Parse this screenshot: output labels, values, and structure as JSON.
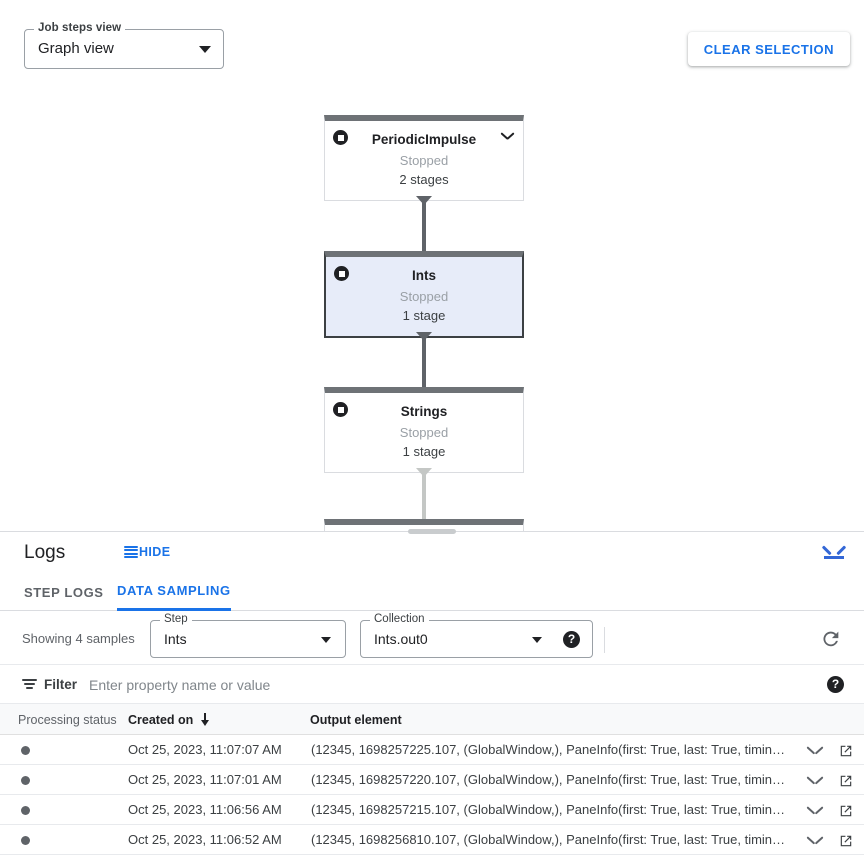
{
  "graph": {
    "view_select": {
      "label": "Job steps view",
      "value": "Graph view"
    },
    "clear_selection_label": "CLEAR SELECTION",
    "nodes": [
      {
        "name": "PeriodicImpulse",
        "status": "Stopped",
        "stages": "2 stages",
        "selected": false,
        "has_chevron": true
      },
      {
        "name": "Ints",
        "status": "Stopped",
        "stages": "1 stage",
        "selected": true,
        "has_chevron": false
      },
      {
        "name": "Strings",
        "status": "Stopped",
        "stages": "1 stage",
        "selected": false,
        "has_chevron": false
      }
    ]
  },
  "logs": {
    "title": "Logs",
    "hide_label": "HIDE",
    "tabs": [
      {
        "label": "STEP LOGS",
        "active": false
      },
      {
        "label": "DATA SAMPLING",
        "active": true
      }
    ],
    "controls": {
      "showing_text": "Showing 4 samples",
      "step": {
        "label": "Step",
        "value": "Ints"
      },
      "collection": {
        "label": "Collection",
        "value": "Ints.out0"
      },
      "help_glyph": "?",
      "refresh_icon": "refresh-icon"
    },
    "filter": {
      "label": "Filter",
      "placeholder": "Enter property name or value",
      "value": "",
      "help_glyph": "?"
    },
    "table": {
      "columns": [
        "Processing status",
        "Created on",
        "Output element"
      ],
      "sort_column": "Created on",
      "sort_direction": "desc",
      "rows": [
        {
          "status": "processed",
          "created_on": "Oct 25, 2023, 11:07:07 AM",
          "output_element": "(12345, 1698257225.107, (GlobalWindow,), PaneInfo(first: True, last: True, timing…"
        },
        {
          "status": "processed",
          "created_on": "Oct 25, 2023, 11:07:01 AM",
          "output_element": "(12345, 1698257220.107, (GlobalWindow,), PaneInfo(first: True, last: True, timing…"
        },
        {
          "status": "processed",
          "created_on": "Oct 25, 2023, 11:06:56 AM",
          "output_element": "(12345, 1698257215.107, (GlobalWindow,), PaneInfo(first: True, last: True, timing…"
        },
        {
          "status": "processed",
          "created_on": "Oct 25, 2023, 11:06:52 AM",
          "output_element": "(12345, 1698256810.107, (GlobalWindow,), PaneInfo(first: True, last: True, timing…"
        }
      ]
    }
  },
  "colors": {
    "accent_blue": "#1a73e8",
    "node_header": "#6e7276",
    "selected_node_fill": "#e7ecf9",
    "text_primary": "#202124",
    "text_secondary": "#5f6368"
  }
}
